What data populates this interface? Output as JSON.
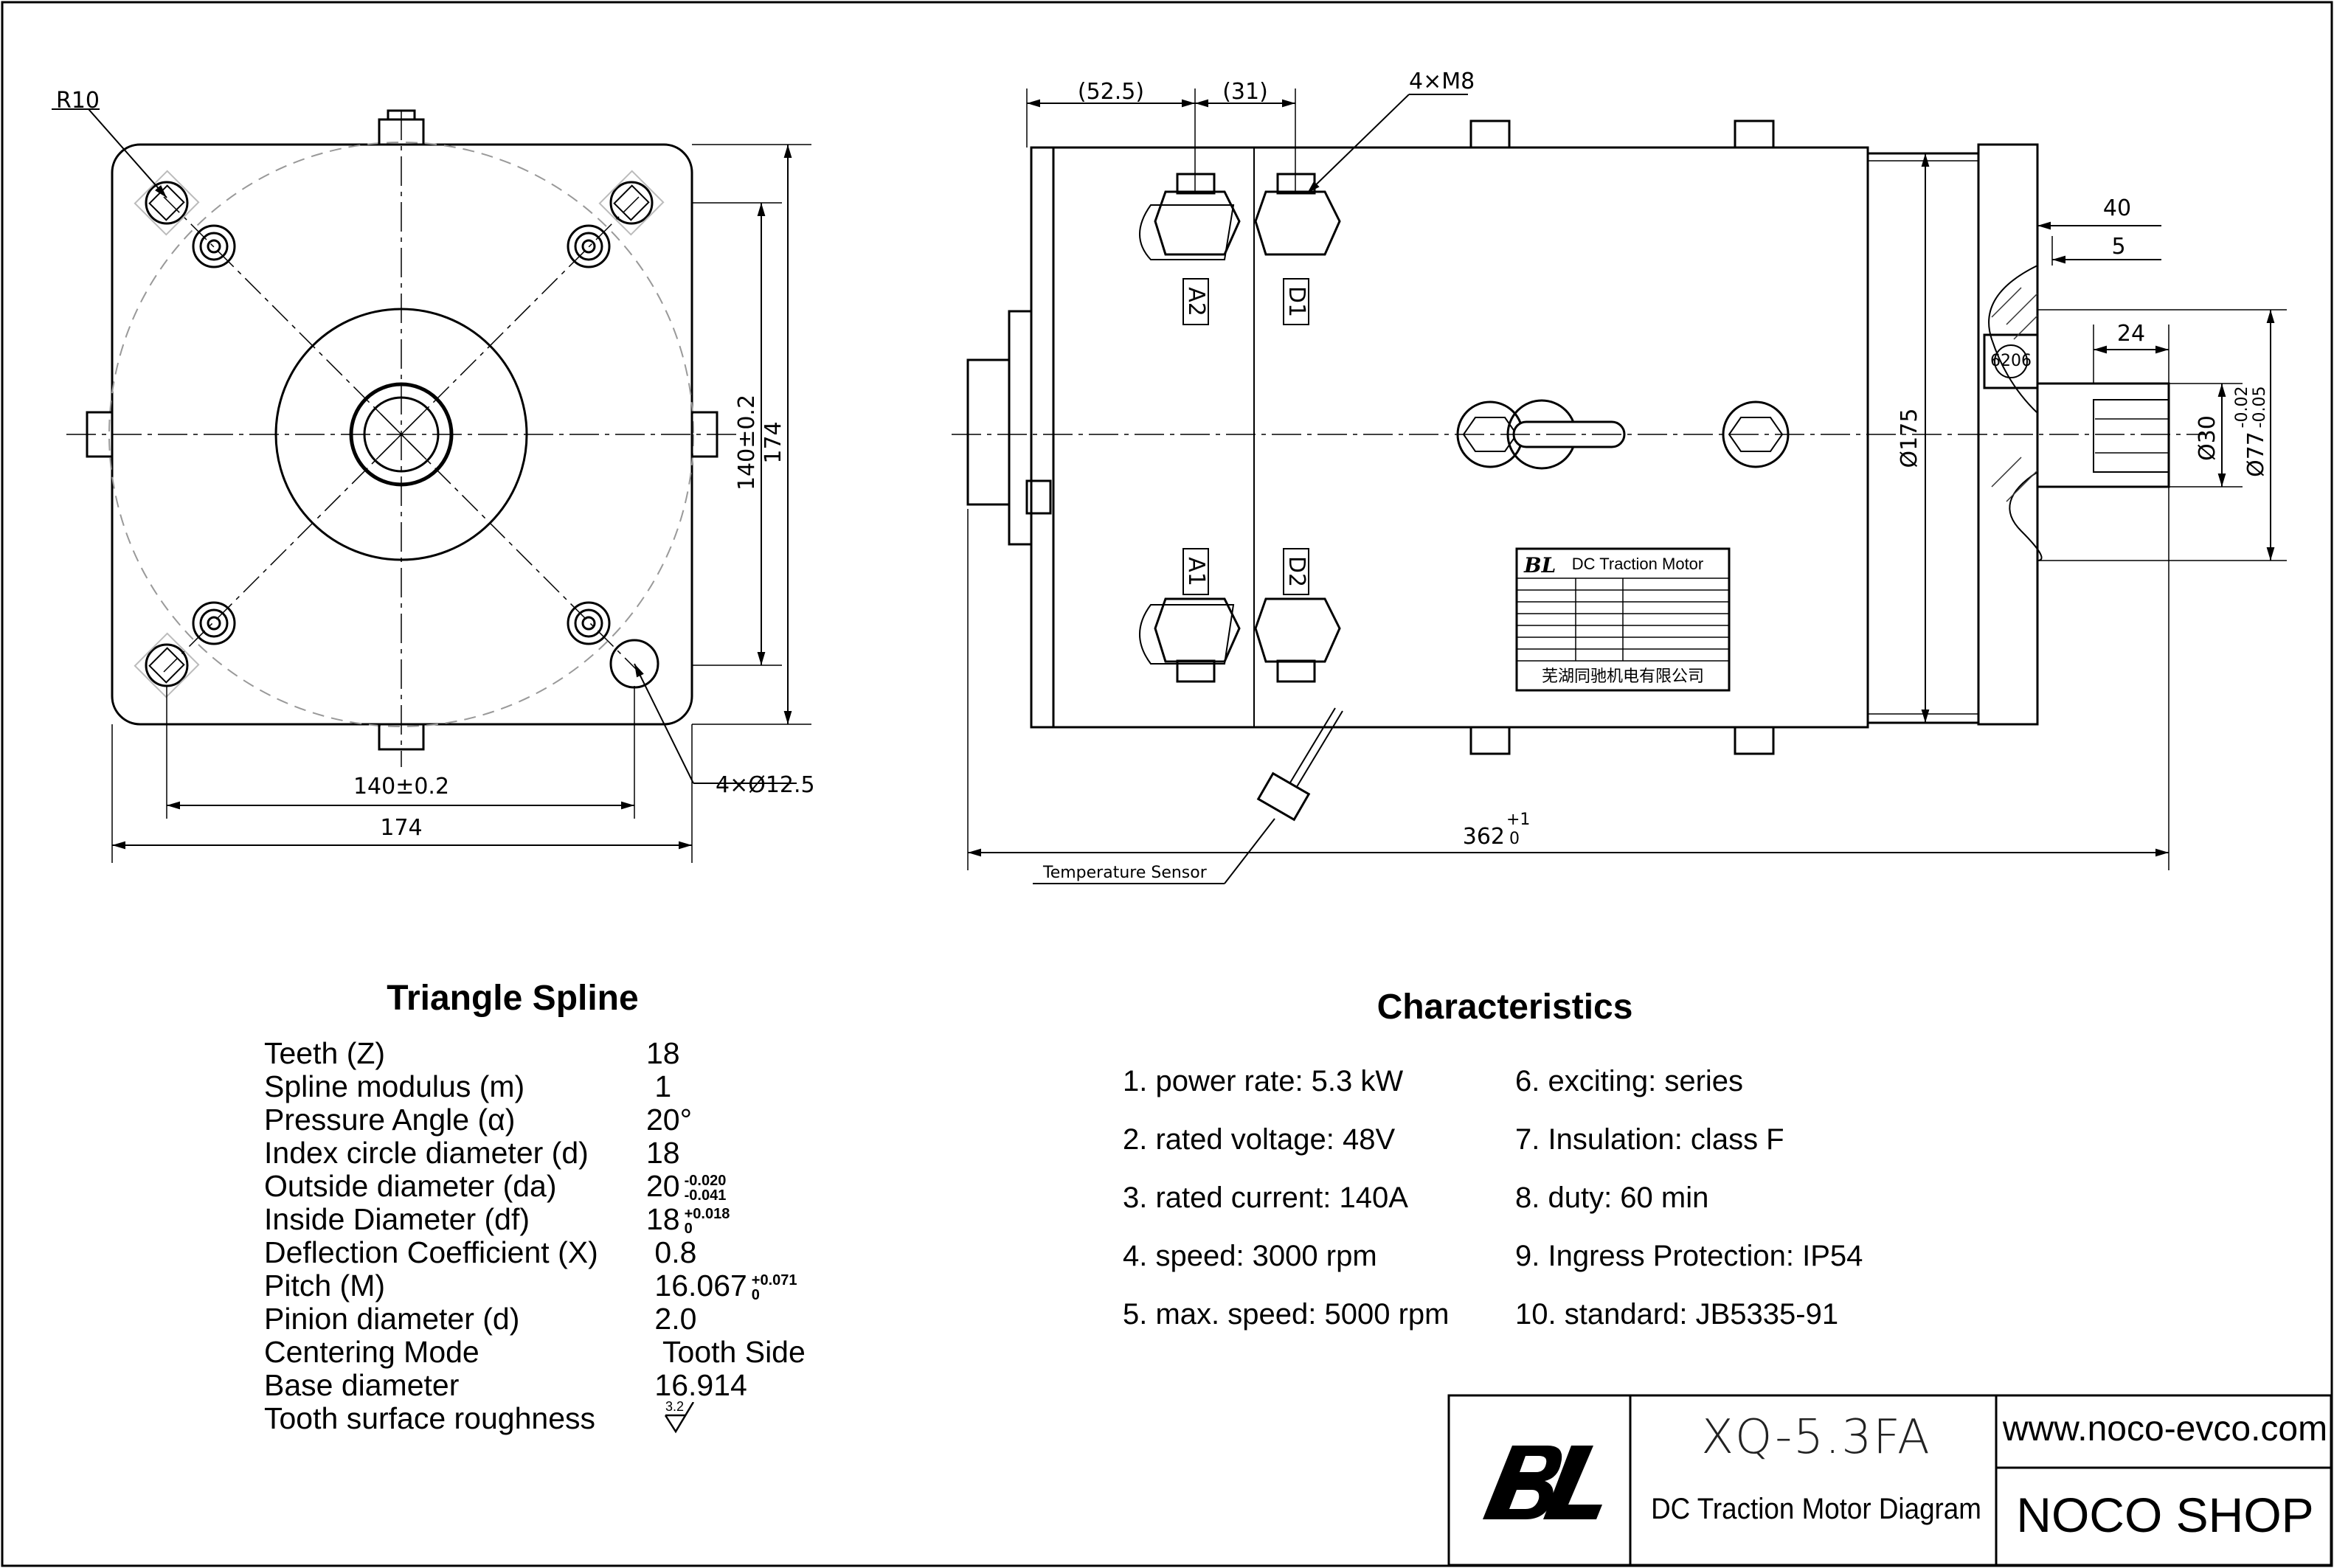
{
  "front_view": {
    "label_r10": "R10",
    "label_bolt_circle_v": "140±0.2",
    "label_width_v": "174",
    "label_bolt_circle_h": "140±0.2",
    "label_width_h": "174",
    "label_holes": "4×Ø12.5"
  },
  "side_view": {
    "label_dim_a": "(52.5)",
    "label_dim_b": "(31)",
    "label_bolts": "4×M8",
    "label_dim_40": "40",
    "label_dim_5": "5",
    "label_dim_24": "24",
    "label_dia_175": "Ø175",
    "label_dia_30": "Ø30",
    "label_dia_77": "Ø77",
    "label_tol_77": "-0.02",
    "label_tol_77b": "-0.05",
    "label_bearing": "6206",
    "label_length": "362",
    "label_length_tol_up": "+1",
    "label_length_tol_low": "0",
    "terminal_a2": "A2",
    "terminal_d1": "D1",
    "terminal_a1": "A1",
    "terminal_d2": "D2",
    "temp_sensor": "Temperature Sensor",
    "nameplate_title": "DC Traction Motor",
    "nameplate_logo": "BL",
    "nameplate_maker": "芜湖同驰机电有限公司"
  },
  "spline": {
    "title": "Triangle Spline",
    "rows": [
      {
        "k": "Teeth (Z)",
        "v": "18"
      },
      {
        "k": "Spline modulus (m)",
        "v": " 1"
      },
      {
        "k": "Pressure Angle (α)",
        "v": "20°"
      },
      {
        "k": "Index circle diameter (d)",
        "v": "18"
      },
      {
        "k": "Outside diameter (da)",
        "v": "20",
        "tol_up": "-0.020",
        "tol_low": "-0.041"
      },
      {
        "k": "Inside Diameter (df)",
        "v": "18",
        "tol_up": "+0.018",
        "tol_low": "0"
      },
      {
        "k": "Deflection Coefficient (X)",
        "v": " 0.8"
      },
      {
        "k": "Pitch (M)",
        "v": " 16.067",
        "tol_up": "+0.071",
        "tol_low": "0"
      },
      {
        "k": "Pinion diameter (d)",
        "v": " 2.0"
      },
      {
        "k": "Centering Mode",
        "v": "  Tooth Side"
      },
      {
        "k": "Base diameter",
        "v": " 16.914"
      },
      {
        "k": "Tooth surface roughness",
        "v": "",
        "roughness": "3.2"
      }
    ]
  },
  "characteristics": {
    "title": "Characteristics",
    "col1": [
      "1. power rate: 5.3 kW",
      "2. rated voltage: 48V",
      "3. rated current: 140A",
      "4. speed: 3000 rpm",
      "5. max. speed: 5000 rpm"
    ],
    "col2": [
      "6. exciting: series",
      "7. Insulation: class F",
      "8. duty: 60 min",
      "9. Ingress Protection: IP54",
      "10. standard: JB5335-91"
    ]
  },
  "title_block": {
    "logo": "BL",
    "model": "XQ-5.3FA",
    "name": "DC Traction Motor Diagram",
    "url": "www.noco-evco.com",
    "shop": "NOCO SHOP"
  }
}
